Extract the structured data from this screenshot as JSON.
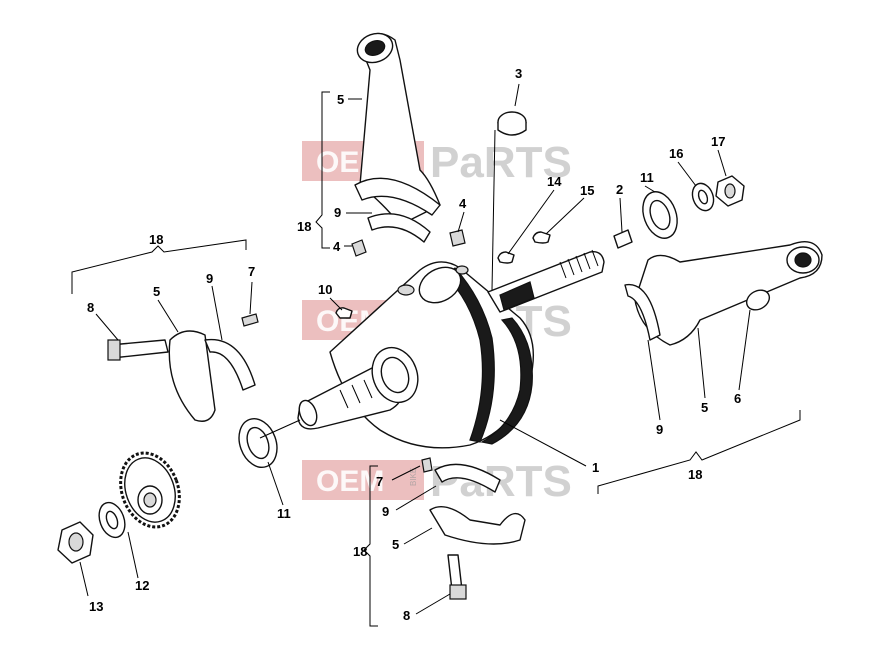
{
  "callouts": {
    "c1": "1",
    "c2": "2",
    "c3": "3",
    "c4a": "4",
    "c4b": "4",
    "c5a": "5",
    "c5b": "5",
    "c5c": "5",
    "c5d": "5",
    "c6": "6",
    "c7a": "7",
    "c7b": "7",
    "c8a": "8",
    "c8b": "8",
    "c9a": "9",
    "c9b": "9",
    "c9c": "9",
    "c9d": "9",
    "c10": "10",
    "c11a": "11",
    "c11b": "11",
    "c12": "12",
    "c13": "13",
    "c14": "14",
    "c15": "15",
    "c16": "16",
    "c17": "17",
    "c18a": "18",
    "c18b": "18",
    "c18c": "18",
    "c18d": "18"
  },
  "watermark": {
    "oem": "OEM",
    "bike": "BIKE",
    "parts": "PaRTS"
  },
  "colors": {
    "watermark_red": "#d98080",
    "watermark_grey": "#9a9a9a",
    "ink": "#111111"
  }
}
